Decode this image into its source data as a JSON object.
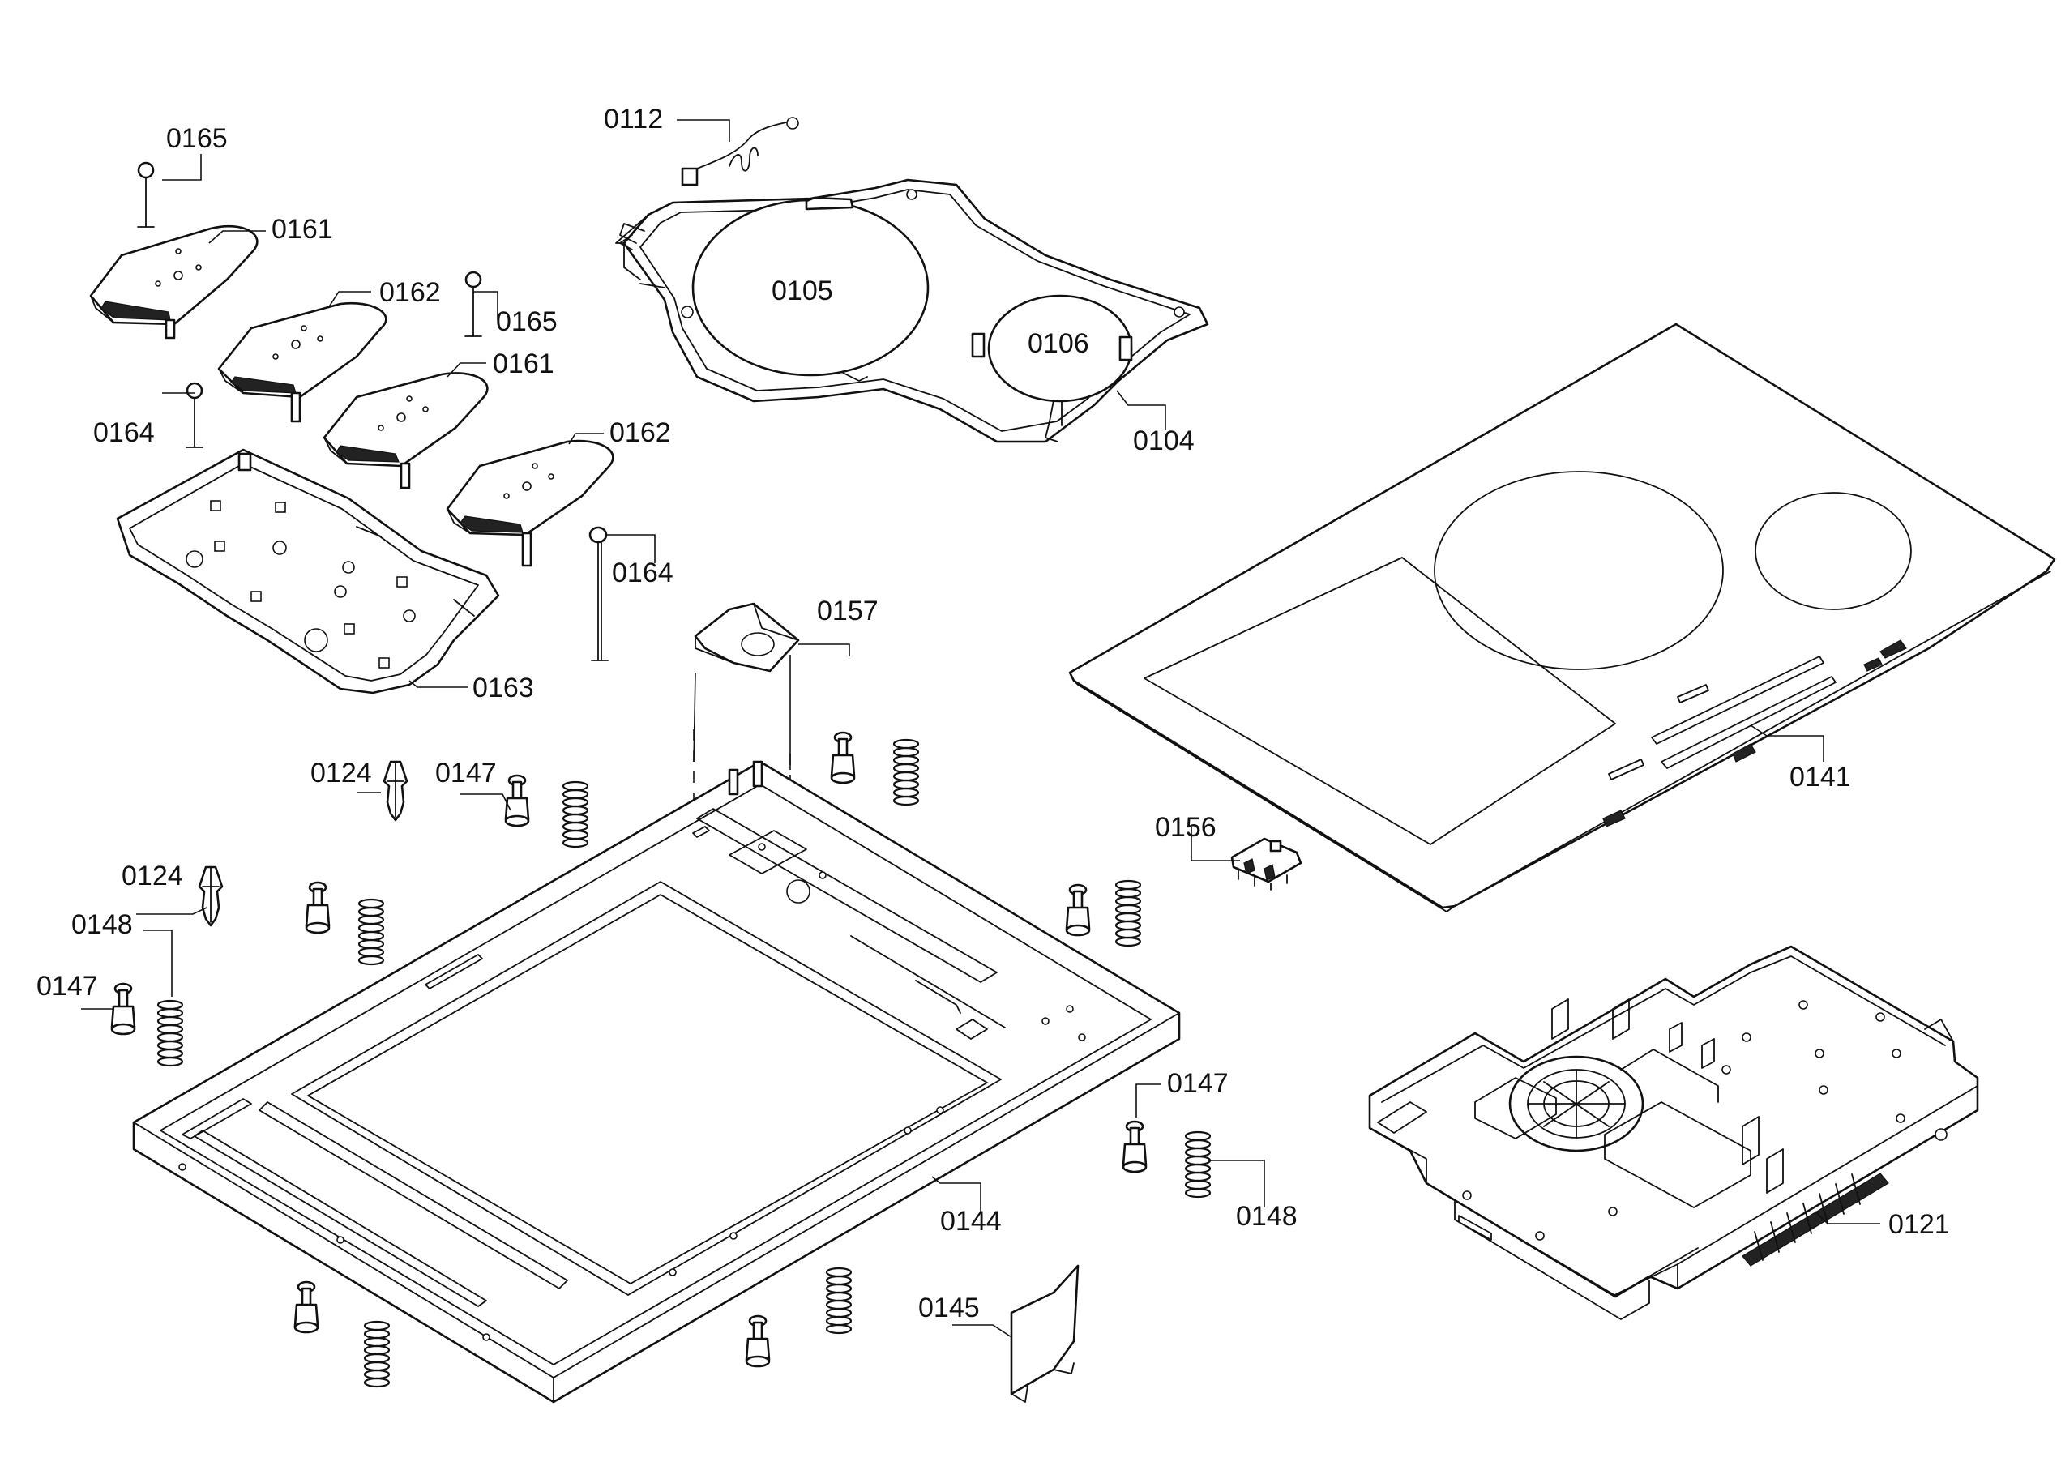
{
  "diagram": {
    "labels": {
      "p0112": "0112",
      "p0165a": "0165",
      "p0161a": "0161",
      "p0162a": "0162",
      "p0165b": "0165",
      "p0161b": "0161",
      "p0164a": "0164",
      "p0162b": "0162",
      "p0163": "0163",
      "p0164b": "0164",
      "p0105": "0105",
      "p0106": "0106",
      "p0104": "0104",
      "p0157": "0157",
      "p0141": "0141",
      "p0124a": "0124",
      "p0147a": "0147",
      "p0124b": "0124",
      "p0148a": "0148",
      "p0147b": "0147",
      "p0156": "0156",
      "p0147c": "0147",
      "p0148b": "0148",
      "p0144": "0144",
      "p0145": "0145",
      "p0121": "0121"
    }
  }
}
